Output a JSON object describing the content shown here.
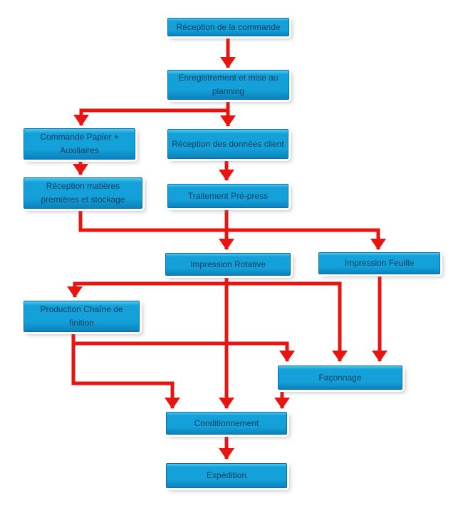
{
  "diagram": {
    "type": "flowchart",
    "language": "fr",
    "colors": {
      "box_top": "#4ec9ef",
      "box_mid": "#14a0d8",
      "box_bottom": "#0a82bd",
      "box_border": "#0a6ea8",
      "arrow": "#e8140f",
      "text": "#0f3f63",
      "background": "#ffffff"
    },
    "nodes": [
      {
        "id": "reception-commande",
        "label": "Réception de la commande"
      },
      {
        "id": "enregistrement-planning",
        "label": "Enregistrement et mise au planning"
      },
      {
        "id": "commande-papier-auxiliaires",
        "label": "Commande Papier + Auxiliaires"
      },
      {
        "id": "reception-donnees-client",
        "label": "Réception des données client"
      },
      {
        "id": "reception-matieres-stockage",
        "label": "Réception matières premières et stockage"
      },
      {
        "id": "traitement-pre-press",
        "label": "Traitement Pré-press"
      },
      {
        "id": "impression-rotative",
        "label": "Impression Rotative"
      },
      {
        "id": "impression-feuille",
        "label": "Impression Feuille"
      },
      {
        "id": "production-chaine-finition",
        "label": "Production Chaîne de finition"
      },
      {
        "id": "faconnage",
        "label": "Façonnage"
      },
      {
        "id": "conditionnement",
        "label": "Conditionnement"
      },
      {
        "id": "expedition",
        "label": "Expédition"
      }
    ],
    "edges": [
      {
        "from": "reception-commande",
        "to": "enregistrement-planning"
      },
      {
        "from": "enregistrement-planning",
        "to": "commande-papier-auxiliaires"
      },
      {
        "from": "enregistrement-planning",
        "to": "reception-donnees-client"
      },
      {
        "from": "commande-papier-auxiliaires",
        "to": "reception-matieres-stockage"
      },
      {
        "from": "reception-donnees-client",
        "to": "traitement-pre-press"
      },
      {
        "from": "reception-matieres-stockage",
        "to": "impression-rotative"
      },
      {
        "from": "reception-matieres-stockage",
        "to": "impression-feuille"
      },
      {
        "from": "traitement-pre-press",
        "to": "impression-rotative"
      },
      {
        "from": "traitement-pre-press",
        "to": "impression-feuille"
      },
      {
        "from": "impression-rotative",
        "to": "production-chaine-finition"
      },
      {
        "from": "impression-rotative",
        "to": "faconnage"
      },
      {
        "from": "impression-rotative",
        "to": "conditionnement"
      },
      {
        "from": "impression-feuille",
        "to": "faconnage"
      },
      {
        "from": "production-chaine-finition",
        "to": "faconnage"
      },
      {
        "from": "production-chaine-finition",
        "to": "conditionnement"
      },
      {
        "from": "faconnage",
        "to": "conditionnement"
      },
      {
        "from": "conditionnement",
        "to": "expedition"
      }
    ]
  }
}
